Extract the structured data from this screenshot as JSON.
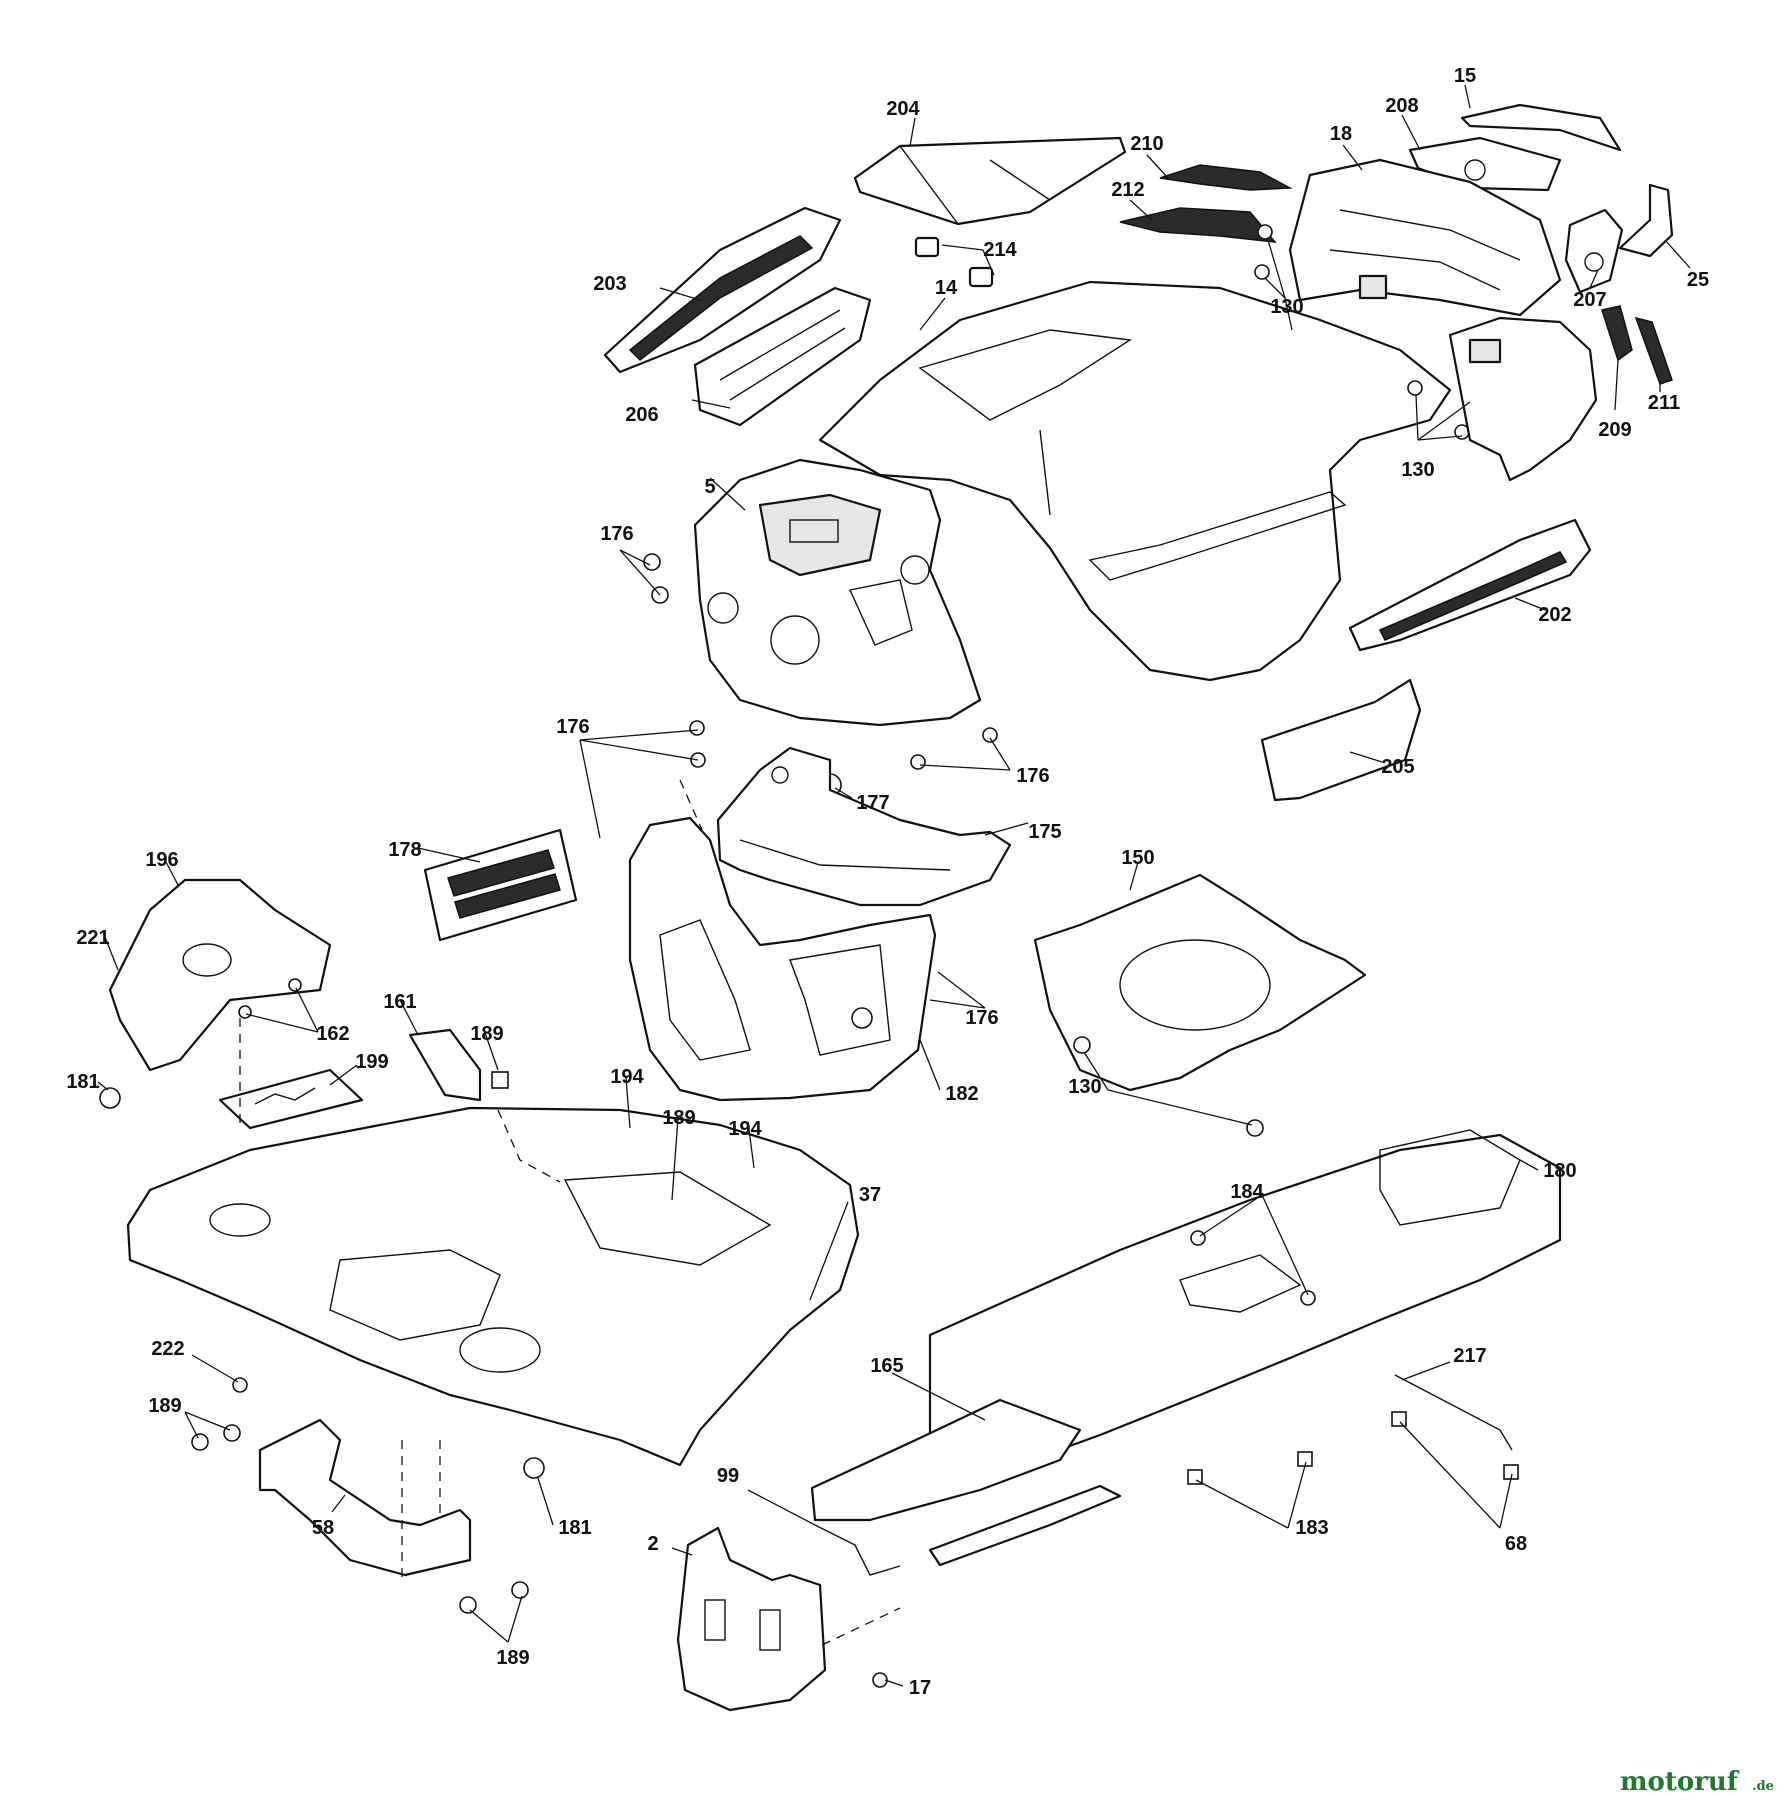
{
  "callouts": {
    "c204": "204",
    "c15": "15",
    "c208": "208",
    "c18": "18",
    "c210": "210",
    "c212": "212",
    "c214": "214",
    "c203": "203",
    "c14": "14",
    "c130a": "130",
    "c207": "207",
    "c25": "25",
    "c211": "211",
    "c206": "206",
    "c209": "209",
    "c130b": "130",
    "c5": "5",
    "c176a": "176",
    "c202": "202",
    "c176b": "176",
    "c176c": "176",
    "c177": "177",
    "c205": "205",
    "c175": "175",
    "c178": "178",
    "c150": "150",
    "c196": "196",
    "c221": "221",
    "c162": "162",
    "c161": "161",
    "c189a": "189",
    "c176d": "176",
    "c181a": "181",
    "c199": "199",
    "c194a": "194",
    "c189b": "189",
    "c194b": "194",
    "c182": "182",
    "c130c": "130",
    "c180": "180",
    "c184": "184",
    "c37": "37",
    "c222": "222",
    "c165": "165",
    "c217": "217",
    "c189c": "189",
    "c99": "99",
    "c183": "183",
    "c58": "58",
    "c181b": "181",
    "c68": "68",
    "c2": "2",
    "c189d": "189",
    "c17": "17"
  },
  "watermark": {
    "brand": "motoruf",
    "tld": ".de"
  },
  "colors": {
    "line": "#111111",
    "watermark": "#1d7a2e",
    "background": "#ffffff"
  }
}
